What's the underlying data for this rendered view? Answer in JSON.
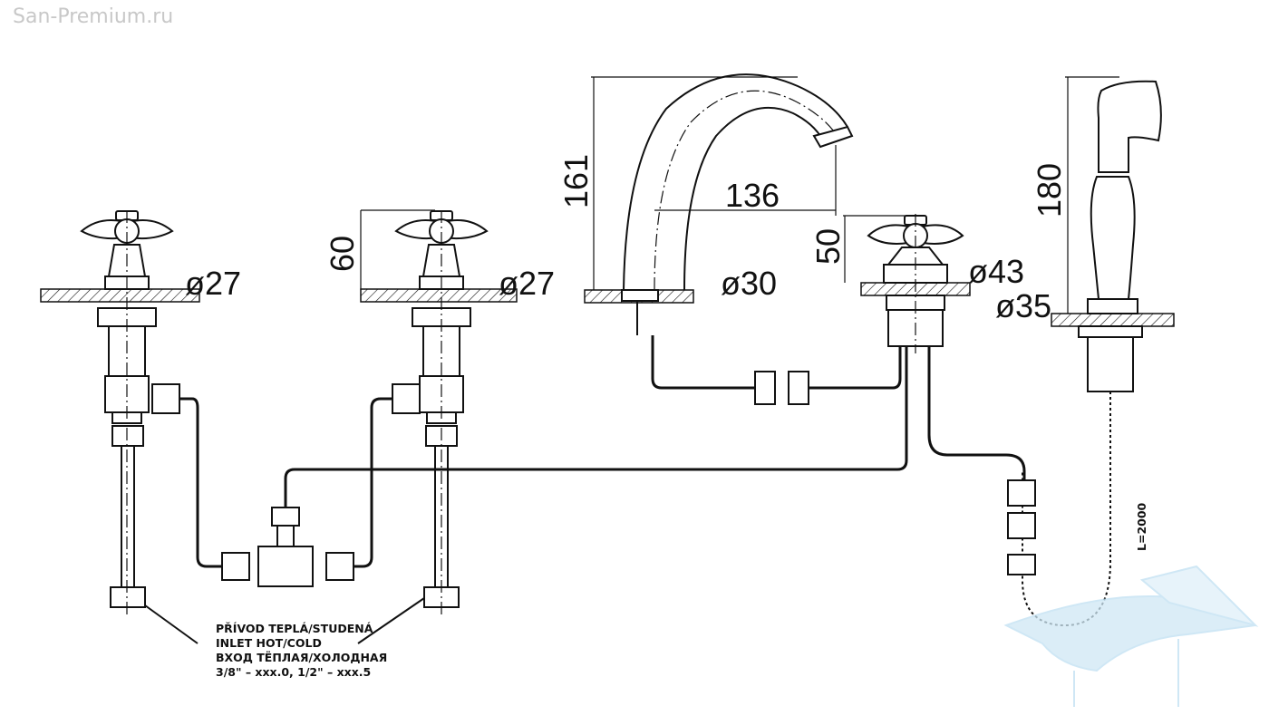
{
  "watermark": {
    "site": "San-Premium.ru",
    "logo_icon": "bathtub-logo-icon",
    "logo_color": "#bfe0f2"
  },
  "dimensions": {
    "left_valve_diameter": "ø27",
    "valve_height": "60",
    "right_valve_diameter": "ø27",
    "spout_height": "161",
    "spout_reach": "136",
    "spout_diameter": "ø30",
    "diverter_height": "50",
    "diverter_diameter": "ø43",
    "shower_base_diameter": "ø35",
    "hand_shower_height": "180",
    "hose_length": "L=2000"
  },
  "note": {
    "line1": "PŘÍVOD TEPLÁ/STUDENÁ",
    "line2": "INLET HOT/COLD",
    "line3": "ВХОД ТЁПЛАЯ/ХОЛОДНАЯ",
    "line4": "3/8\" – xxx.0, 1/2\" – xxx.5"
  }
}
